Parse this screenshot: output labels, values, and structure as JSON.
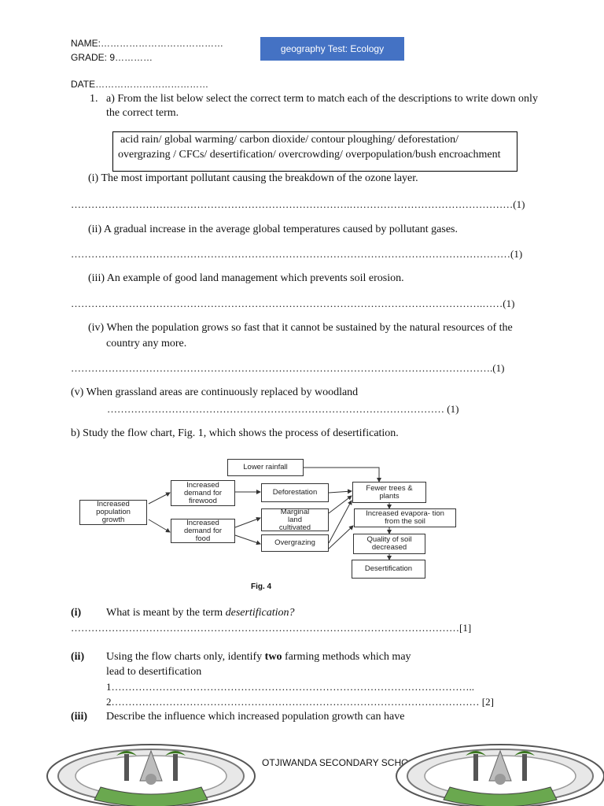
{
  "header": {
    "name_line": "NAME:…………………………………",
    "grade_line": "GRADE: 9…………",
    "date_line": "DATE………………………………",
    "title": "geography Test: Ecology"
  },
  "q1a": {
    "number": "1.",
    "prompt_line1": "a) From the list below select the correct term to match each of the descriptions to write down only",
    "prompt_line2": "the correct term.",
    "terms_line1": "acid rain/ global warming/ carbon dioxide/ contour ploughing/ deforestation/",
    "terms_line2": "overgrazing / CFCs/ desertification/ overcrowding/ overpopulation/bush encroachment",
    "items": [
      {
        "text": "(i)  The most important pollutant causing the breakdown of the ozone layer.",
        "answer": "……………………………………………………………………….…………………………………………(1)"
      },
      {
        "text": "(ii)  A gradual increase in the average global temperatures caused by pollutant gases.",
        "answer": "…………………………………………………………………………………………………………………(1)"
      },
      {
        "text": "(iii)  An example of good land management which prevents soil erosion.",
        "answer": "………………………………………………………………………………………………………….……(1)"
      },
      {
        "text": "(iv) When the population grows so fast that it cannot be sustained by the natural resources of the",
        "text2": "country any more.",
        "answer": "…………………………………………………………………………………………………………….(1)"
      },
      {
        "text": "(v) When grassland areas are continuously replaced by woodland",
        "answer": "……………………………………………………………………………………… (1)"
      }
    ]
  },
  "q1b": {
    "prompt": "b) Study the flow chart, Fig. 1, which shows the process of desertification."
  },
  "flowchart": {
    "nodes": {
      "lower_rainfall": "Lower rainfall",
      "population": "Increased population growth",
      "firewood": "Increased demand for firewood",
      "food": "Increased demand for food",
      "deforestation": "Deforestation",
      "marginal": "Marginal land cultivated",
      "overgrazing": "Overgrazing",
      "fewer_trees": "Fewer trees & plants",
      "evaporation": "Increased evapora- tion from the soil",
      "soil_quality": "Quality of soil decreased",
      "desertification": "Desertification"
    },
    "caption": "Fig. 4"
  },
  "q1b_items": [
    {
      "num": "(i)",
      "text": "What is meant by the term ",
      "italic": "desertification?",
      "answer": "……………………………………………………………………………………………………[1]"
    },
    {
      "num": "(ii)",
      "text_a": "Using the flow charts only, identify ",
      "bold": "two",
      "text_b": " farming methods which may",
      "line2": "lead to desertification",
      "ans1": "1……………………………………………………………………………………………..",
      "ans2": "2………………………………………………………………………………………………  [2]"
    },
    {
      "num": "(iii)",
      "text": "Describe the influence which increased population growth can have"
    }
  ],
  "footer": {
    "school": "OTJIWANDA SECONDARY SCHOOL"
  }
}
